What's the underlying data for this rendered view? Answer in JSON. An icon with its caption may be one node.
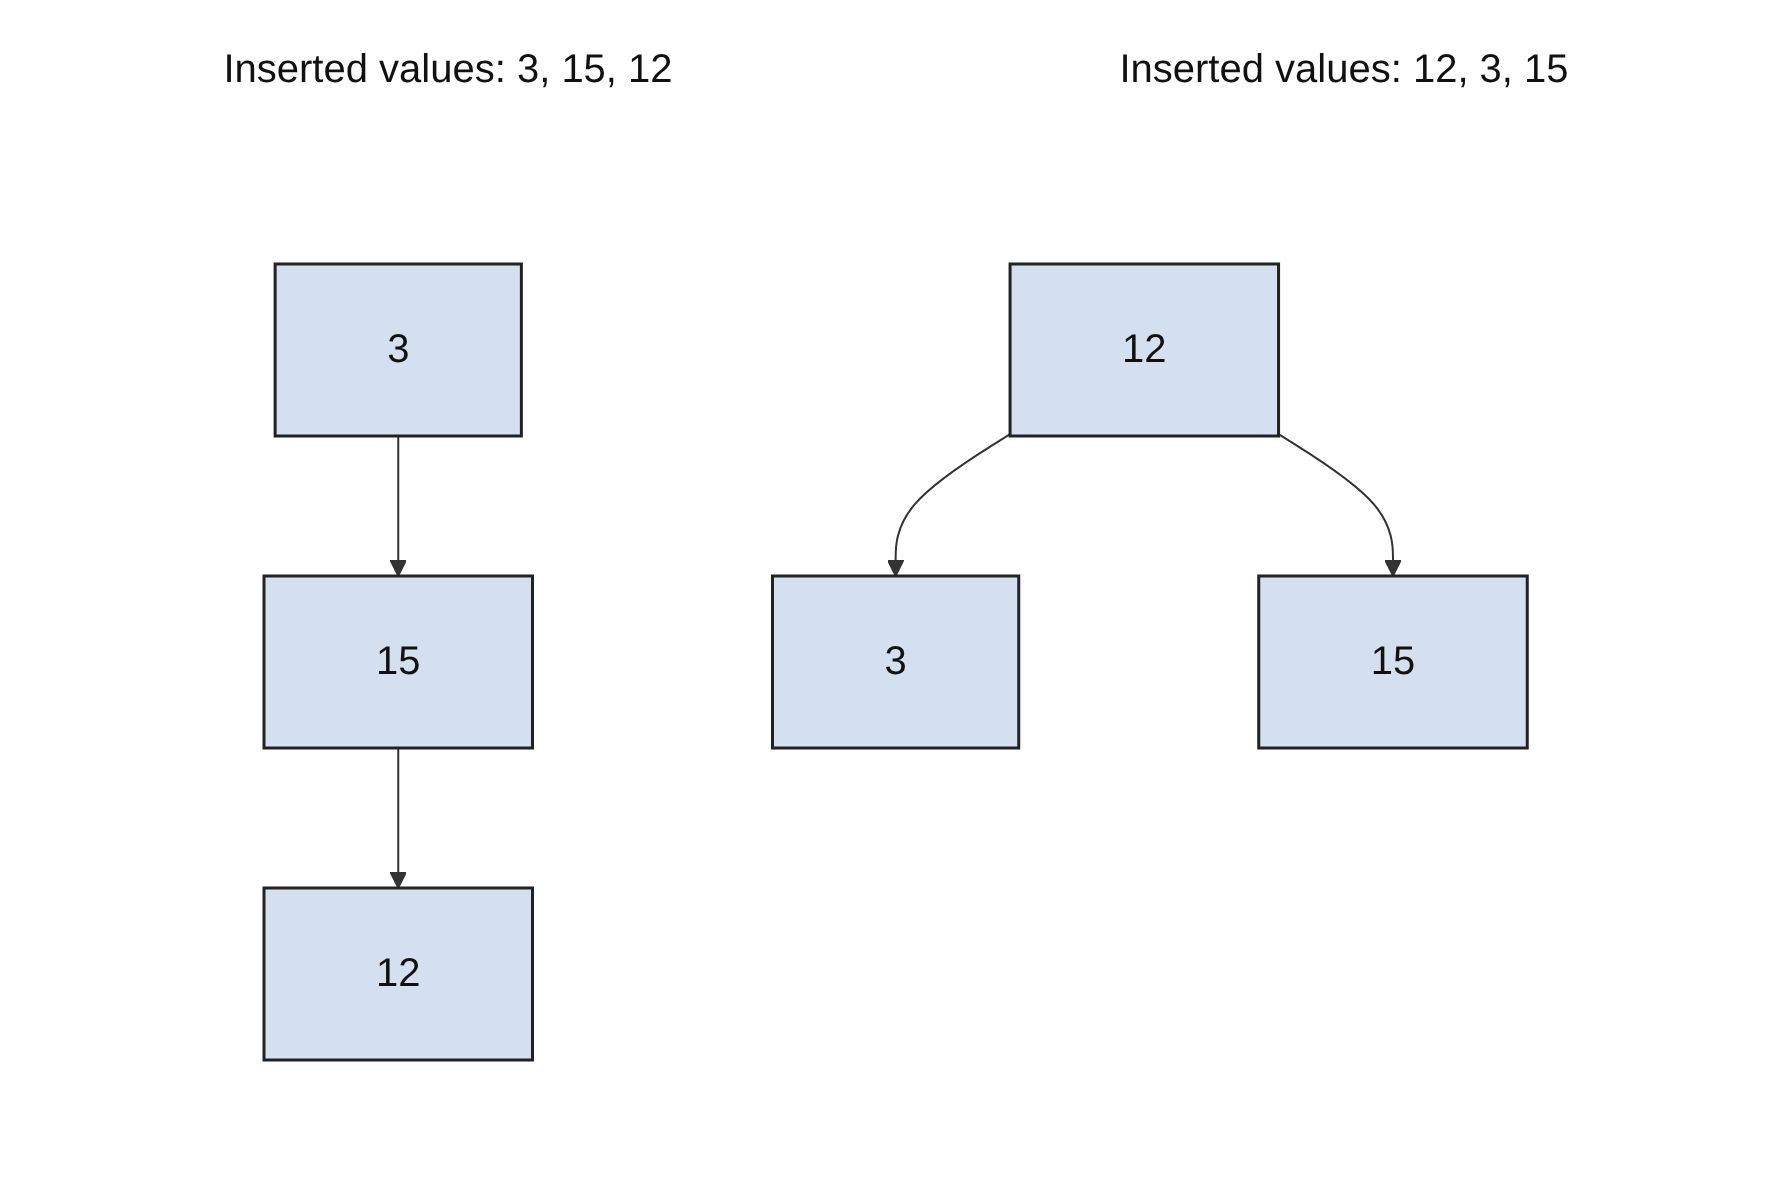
{
  "diagram": {
    "nodes": [
      {
        "text": [
          "3"
        ]
      },
      {
        "text": [
          "15"
        ]
      },
      {
        "text": [
          "12"
        ]
      },
      {
        "text": [
          "12"
        ]
      },
      {
        "text": [
          "3"
        ]
      },
      {
        "text": [
          "15"
        ]
      }
    ],
    "edges": [
      {
        "from": 0,
        "to": 1,
        "arrow": "to"
      },
      {
        "from": 1,
        "to": 2,
        "arrow": "to"
      },
      {
        "from": 3,
        "to": 4,
        "arrow": "to"
      },
      {
        "from": 3,
        "to": 5,
        "arrow": "to"
      }
    ],
    "labels": [
      "Inserted values: 3, 15, 12",
      "Inserted values: 12, 3, 15"
    ]
  }
}
